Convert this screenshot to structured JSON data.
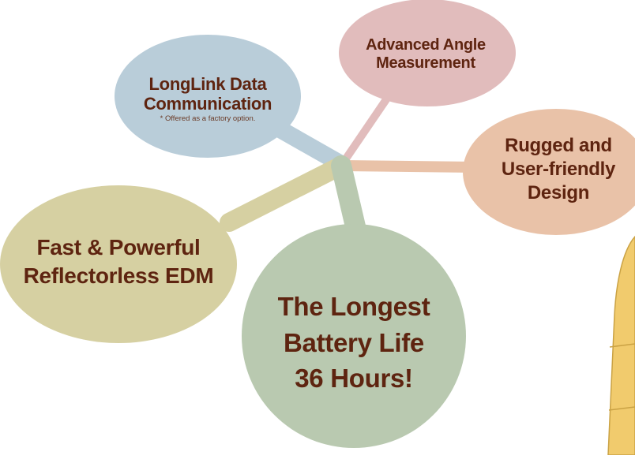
{
  "colors": {
    "background": "#ffffff",
    "text": "#5e2410",
    "longlink_bubble": "#b9cdd9",
    "angle_bubble": "#e1bcbc",
    "rugged_bubble": "#e9c2a8",
    "edm_bubble": "#d6d0a2",
    "battery_bubble": "#b9c9b0",
    "device_body": "#f1cb6d"
  },
  "bubbles": {
    "longlink": {
      "line1": "LongLink Data",
      "line2": "Communication",
      "note": "* Offered as a factory option."
    },
    "angle": {
      "line1": "Advanced Angle",
      "line2": "Measurement"
    },
    "rugged": {
      "line1": "Rugged and",
      "line2": "User-friendly",
      "line3": "Design"
    },
    "edm": {
      "line1": "Fast & Powerful",
      "line2": "Reflectorless EDM"
    },
    "battery": {
      "line1": "The Longest",
      "line2": "Battery Life",
      "line3": "36 Hours!"
    }
  }
}
